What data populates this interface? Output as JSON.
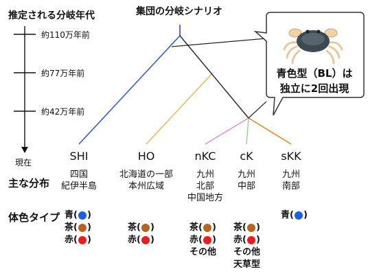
{
  "header": {
    "era_title": "推定される分岐年代",
    "scenario_title": "集団の分岐シナリオ"
  },
  "timeline": {
    "ticks": [
      {
        "label": "約110万年前"
      },
      {
        "label": "約77万年前"
      },
      {
        "label": "約42万年前"
      }
    ],
    "present_label": "現在"
  },
  "row_labels": {
    "distribution": "主な分布",
    "body_color": "体色タイプ"
  },
  "groups": [
    {
      "id": "SHI",
      "name": "SHI",
      "color": "#2255cc",
      "distribution": [
        "四国",
        "紀伊半島"
      ],
      "body_colors": [
        "青",
        "茶",
        "赤"
      ],
      "extra": []
    },
    {
      "id": "HO",
      "name": "HO",
      "color": "#e0b040",
      "distribution": [
        "北海道の一部",
        "本州広域"
      ],
      "body_colors": [
        "茶",
        "赤"
      ],
      "extra": []
    },
    {
      "id": "nKC",
      "name": "nKC",
      "color": "#e070e0",
      "distribution": [
        "九州",
        "北部",
        "中国地方"
      ],
      "body_colors": [
        "茶",
        "赤"
      ],
      "extra": [
        "その他"
      ]
    },
    {
      "id": "cK",
      "name": "cK",
      "color": "#88d088",
      "distribution": [
        "九州",
        "中部"
      ],
      "body_colors": [
        "茶",
        "赤"
      ],
      "extra": [
        "その他",
        "天草型"
      ]
    },
    {
      "id": "sKK",
      "name": "sKK",
      "color": "#e08020",
      "distribution": [
        "九州",
        "南部"
      ],
      "body_colors": [
        "青"
      ],
      "extra": []
    }
  ],
  "dot_colors": {
    "青": "#1a5fe8",
    "茶": "#b5651d",
    "赤": "#ee1c1c"
  },
  "callout": {
    "line1": "青色型（BL）は",
    "line2": "独立に2回出現"
  }
}
